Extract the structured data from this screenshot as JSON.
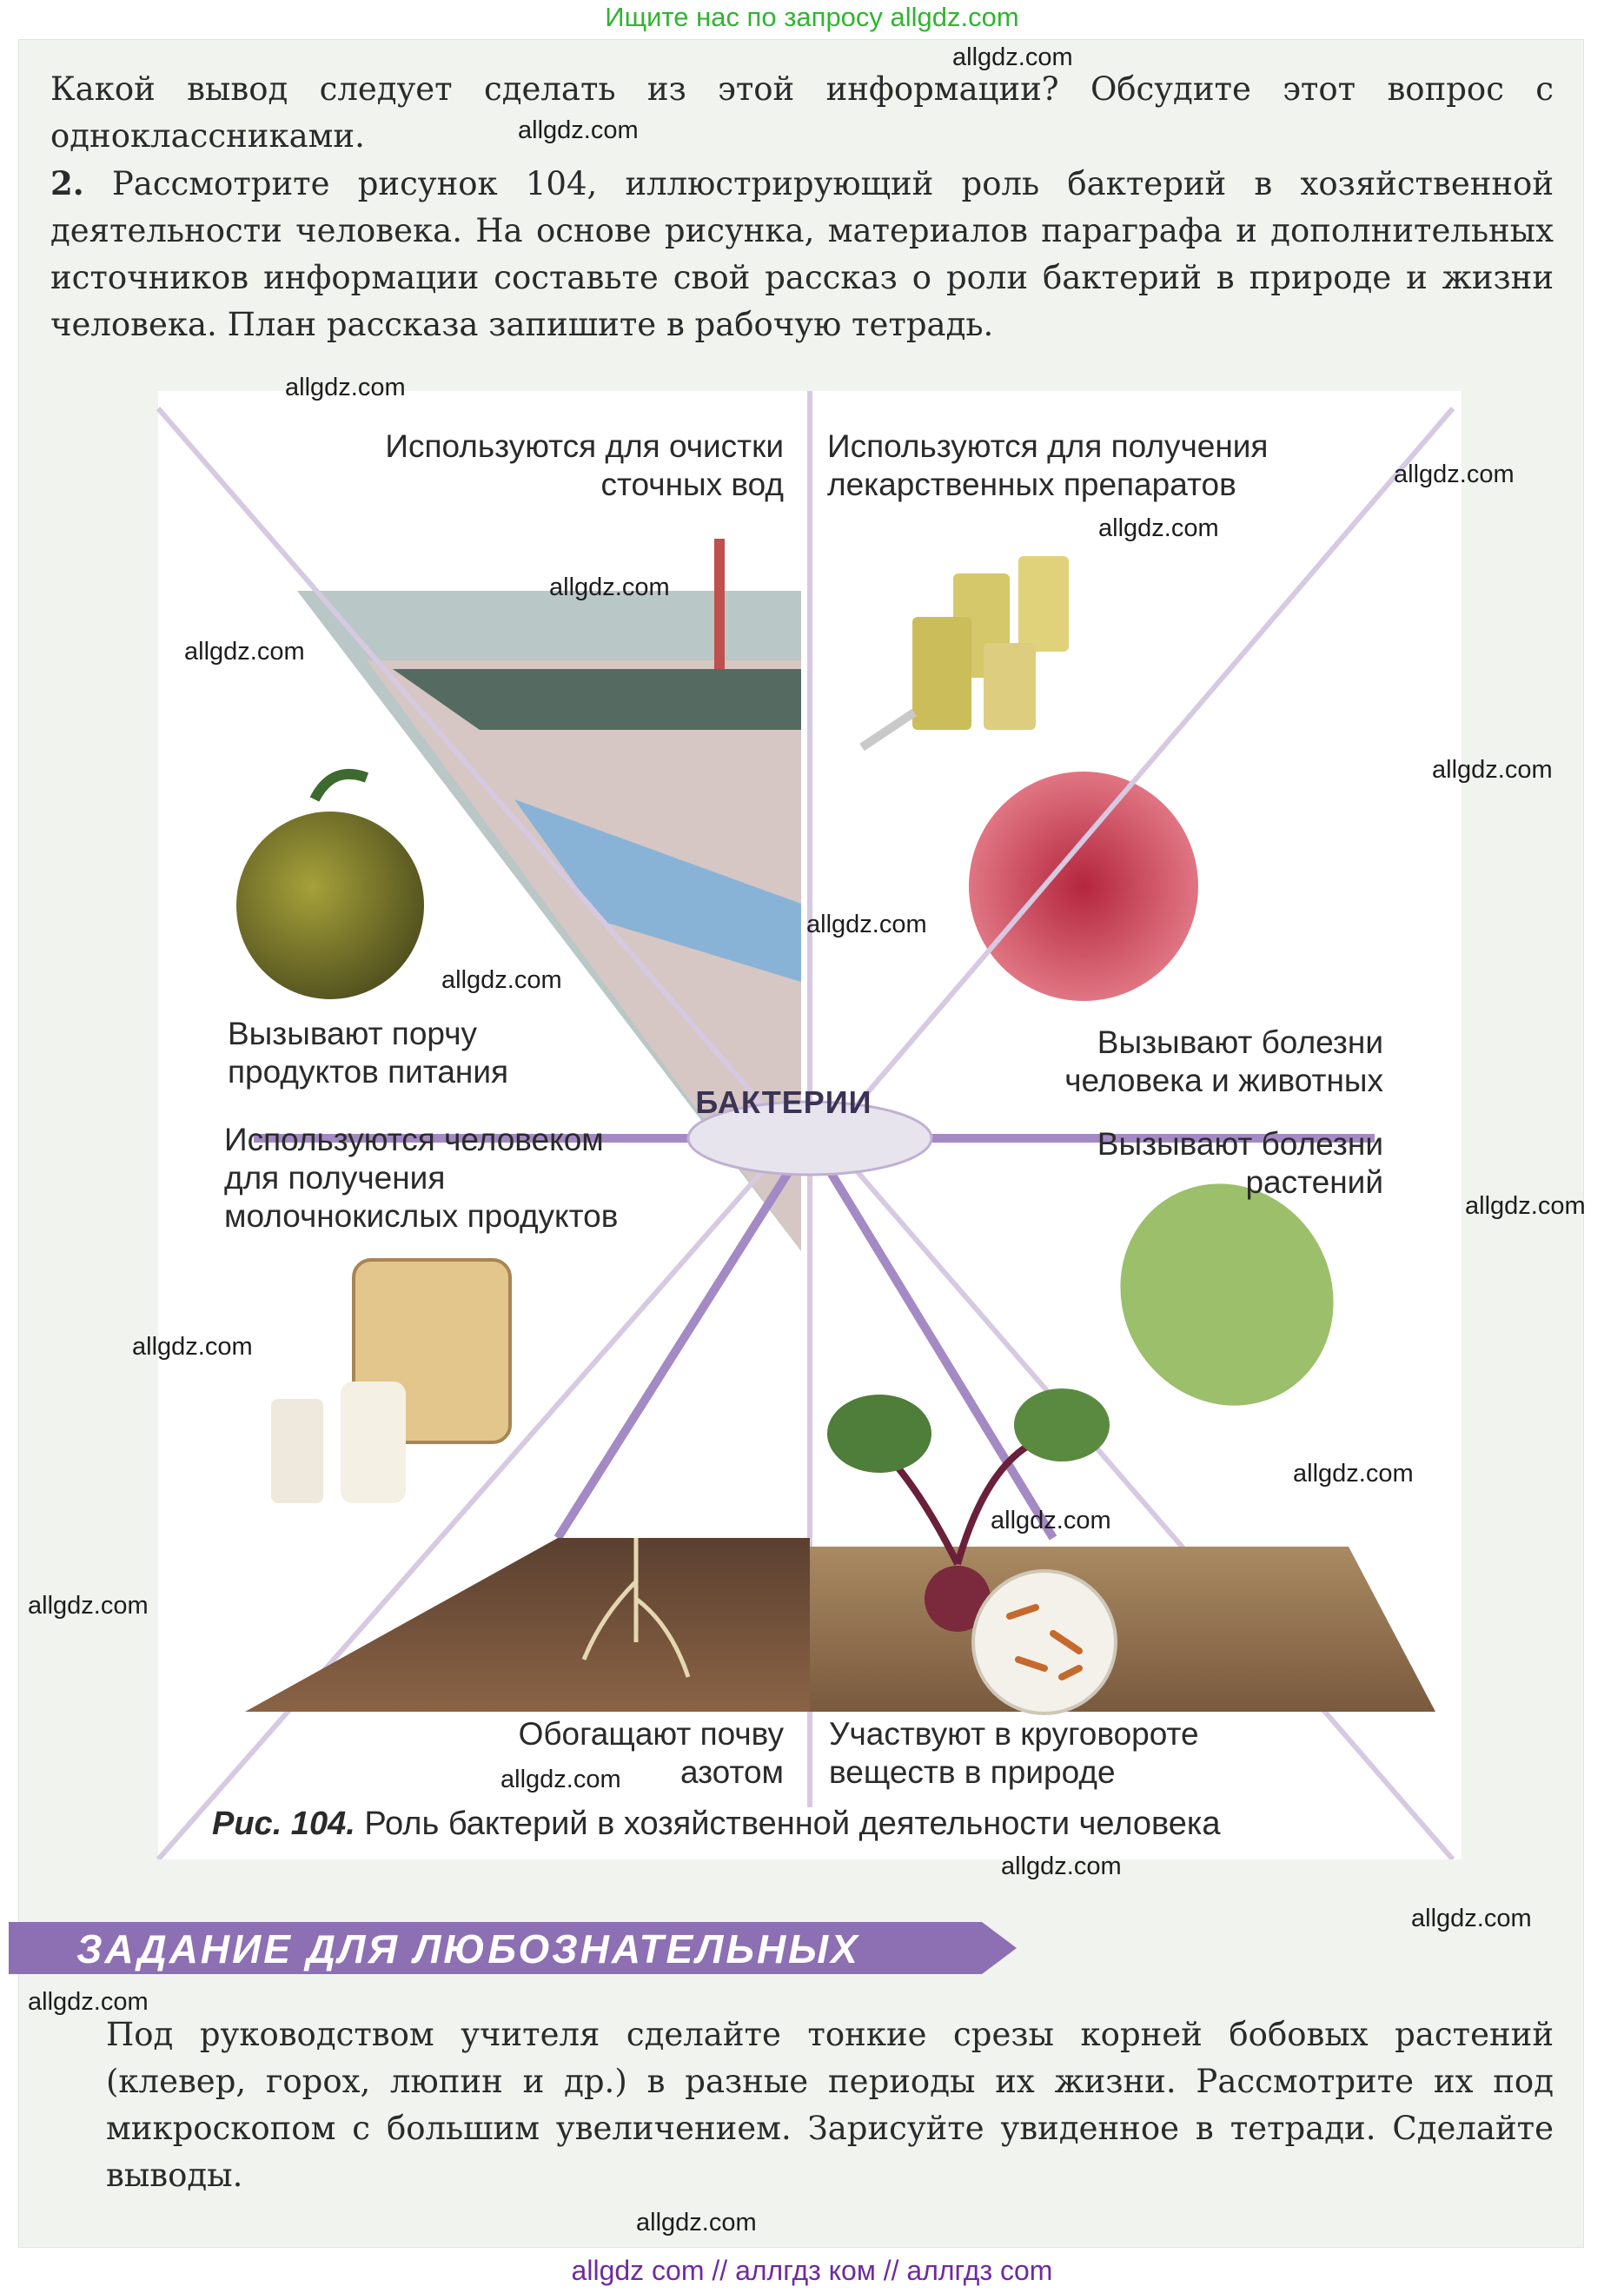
{
  "banner_top": "Ищите нас по запросу allgdz.com",
  "banner_bottom": "allgdz com  //  аллгдз ком  //  аллгдз com",
  "intro_text": "Какой вывод следует сделать из этой информации? Обсудите этот вопрос с одноклассниками.",
  "task2": {
    "number": "2.",
    "text": "Рассмотрите рисунок 104, иллюстрирующий роль бактерий в хозяйственной деятельности человека. На основе рисунка, материалов параграфа и дополнительных источников информации составьте свой рассказ о роли бактерий в природе и жизни человека. План рассказа запишите в рабочую тетрадь."
  },
  "figure": {
    "center": "БАКТЕРИИ",
    "labels": {
      "wastewater": [
        "Используются для очистки",
        "сточных вод"
      ],
      "medicine": [
        "Используются для получения",
        "лекарственных препаратов"
      ],
      "food_spoilage": [
        "Вызывают порчу",
        "продуктов питания"
      ],
      "human_diseases": [
        "Вызывают болезни",
        "человека и животных"
      ],
      "dairy": [
        "Используются человеком",
        "для получения",
        "молочнокислых продуктов"
      ],
      "plant_diseases": [
        "Вызывают болезни",
        "растений"
      ],
      "nitrogen": [
        "Обогащают почву",
        "азотом"
      ],
      "cycle": [
        "Участвуют в круговороте",
        "веществ в природе"
      ]
    },
    "caption_prefix": "Рис. 104.",
    "caption_text": "Роль бактерий в хозяйственной деятельности человека"
  },
  "section_title": "ЗАДАНИЕ ДЛЯ ЛЮБОЗНАТЕЛЬНЫХ",
  "section_text": "Под руководством учителя сделайте тонкие срезы корней бобовых растений (клевер, горох, люпин и др.) в разные периоды их жизни. Рассмотрите их под микроскопом с большим увеличением. Зарисуйте увиденное в тетради. Сделайте выводы.",
  "watermark": "allgdz.com",
  "colors": {
    "accent_purple": "#8d6fb3",
    "banner_green": "#2fb52f",
    "banner_purple": "#6f2aa0",
    "page_bg": "#f1f3ef"
  }
}
